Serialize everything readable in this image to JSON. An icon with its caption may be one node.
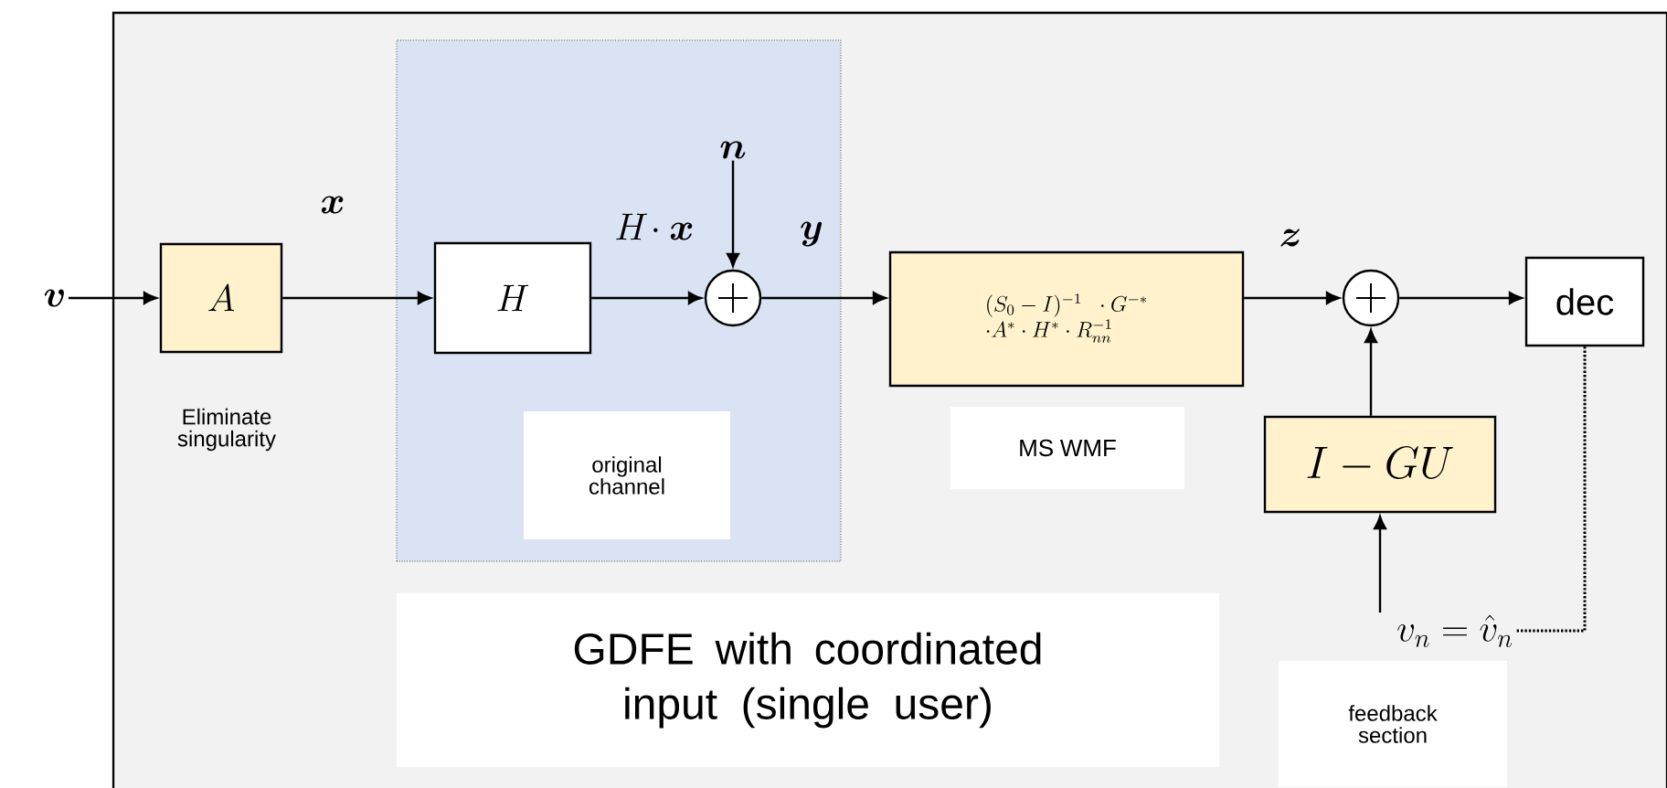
{
  "diagram": {
    "title": "GDFE with coordinated input (single user)",
    "nodes": [
      {
        "text": [
          "\\boldsymbol{v}"
        ]
      },
      {
        "text": [
          "A"
        ],
        "beside": [
          "Eliminate singularity"
        ]
      },
      {
        "text": [
          "original channel"
        ]
      },
      {
        "text": [
          "H"
        ],
        "in": 2
      },
      {
        "text": [],
        "shape": "circle",
        "in": 2
      },
      {
        "text": [
          "\\boldsymbol{n}"
        ],
        "in": 2
      },
      {
        "text": [
          "\\begin{array}{l}(S_0-I)^{-1}\\;\\;\\cdot G^{-*}\\\\ \\cdot A^{*}\\cdot H^{*}\\cdot R_{nn}^{-1}\\end{array}"
        ],
        "beside": [
          "MS WMF"
        ]
      },
      {
        "text": [],
        "shape": "circle"
      },
      {
        "text": [
          "dec"
        ]
      },
      {
        "text": [
          "I-GU"
        ]
      },
      {
        "text": [
          "v_n=\\hat{v}_n"
        ],
        "beside": [
          "feedback section"
        ]
      }
    ],
    "edges": [
      {
        "from": 0,
        "to": 1,
        "arrow": "to"
      },
      {
        "from": 1,
        "to": 3,
        "arrow": "to",
        "label": "\\boldsymbol{x}"
      },
      {
        "from": 3,
        "to": 4,
        "arrow": "to",
        "label": "H\\!\\cdot\\boldsymbol{x}"
      },
      {
        "from": 5,
        "to": 4,
        "arrow": "to"
      },
      {
        "from": 4,
        "to": 6,
        "arrow": "to",
        "label": "\\boldsymbol{y}"
      },
      {
        "from": 6,
        "to": 7,
        "arrow": "to",
        "label": "\\boldsymbol{z}"
      },
      {
        "from": 7,
        "to": 8,
        "arrow": "to"
      },
      {
        "from": 9,
        "to": 7,
        "arrow": "to"
      },
      {
        "from": 10,
        "to": 9,
        "arrow": "to"
      },
      {
        "from": 8,
        "to": 10,
        "arrow": "none",
        "style": "dashed"
      }
    ]
  }
}
